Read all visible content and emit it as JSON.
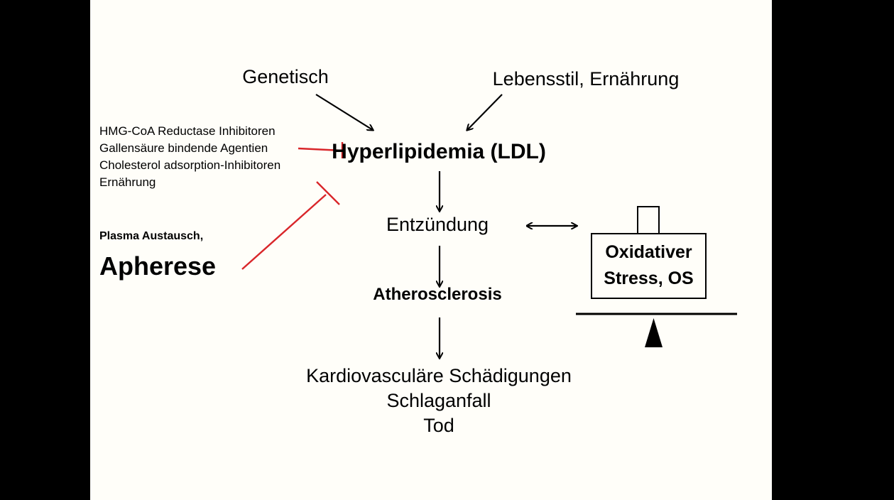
{
  "colors": {
    "page_background": "#000000",
    "slide_background": "#fffef9",
    "inhibition_line": "#d9262a",
    "ink": "#000000"
  },
  "nodes": {
    "genetic": "Genetisch",
    "lifestyle": "Lebensstil, Ernährung",
    "hyperlipidemia": "Hyperlipidemia (LDL)",
    "inflammation": "Entzündung",
    "atherosclerosis": "Atherosclerosis",
    "oxidative_stress_line1": "Oxidativer",
    "oxidative_stress_line2": "Stress, OS"
  },
  "therapies": [
    "HMG-CoA Reductase Inhibitoren",
    "Gallensäure bindende Agentien",
    "Cholesterol adsorption-Inhibitoren",
    "Ernährung"
  ],
  "apheresis": {
    "label_small": "Plasma Austausch,",
    "label_large": "Apherese"
  },
  "outcomes": [
    "Kardiovasculäre Schädigungen",
    "Schlaganfall",
    "Tod"
  ],
  "icons": {
    "balance": "balance-scale-icon",
    "double_arrow": "double-arrow-icon"
  }
}
